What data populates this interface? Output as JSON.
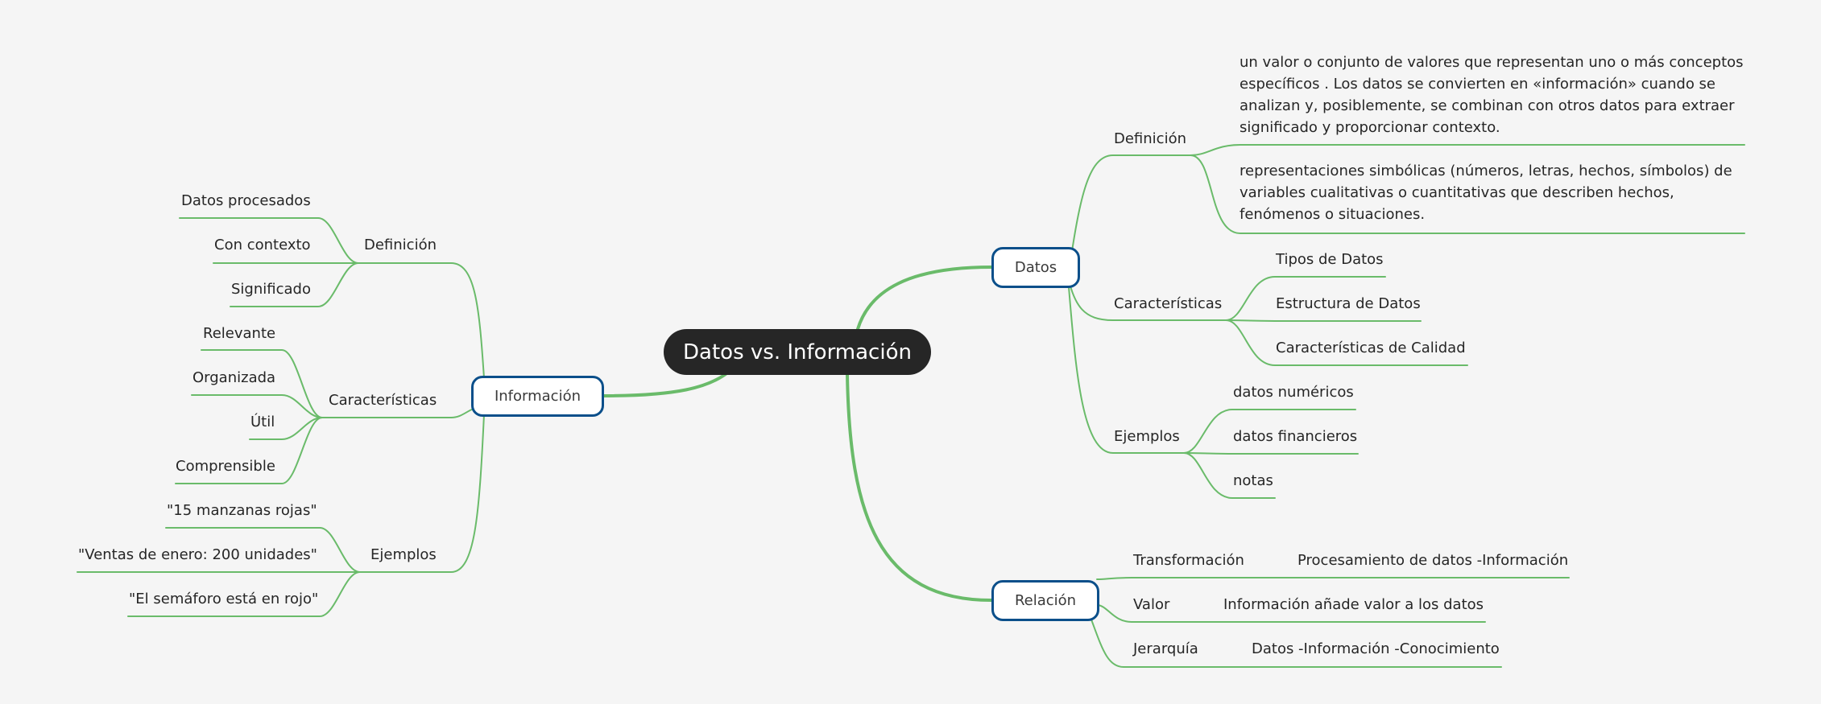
{
  "colors": {
    "background": "#f5f5f5",
    "root_fill": "#262626",
    "root_text": "#ffffff",
    "topic_border": "#0b4f8a",
    "connector": "#6abb6a"
  },
  "root": {
    "label": "Datos vs. Información"
  },
  "datos": {
    "label": "Datos",
    "definicion": {
      "label": "Definición",
      "items": [
        "un valor o conjunto de valores que representan uno o más conceptos específicos . Los datos se convierten en «información» cuando se analizan y, posiblemente, se combinan con otros datos para extraer significado y proporcionar contexto.",
        "representaciones simbólicas (números, letras, hechos, símbolos) de variables cualitativas o cuantitativas que describen hechos, fenómenos o situaciones."
      ]
    },
    "caracteristicas": {
      "label": "Características",
      "items": [
        "Tipos de Datos",
        "Estructura de Datos",
        "Características de Calidad"
      ]
    },
    "ejemplos": {
      "label": "Ejemplos",
      "items": [
        "datos numéricos",
        "datos financieros",
        "notas"
      ]
    }
  },
  "relacion": {
    "label": "Relación",
    "items": [
      {
        "label": "Transformación",
        "detail": "Procesamiento de datos -Información"
      },
      {
        "label": "Valor",
        "detail": "Información añade valor a los datos"
      },
      {
        "label": "Jerarquía",
        "detail": "Datos -Información -Conocimiento"
      }
    ]
  },
  "informacion": {
    "label": "Información",
    "definicion": {
      "label": "Definición",
      "items": [
        "Datos procesados",
        "Con contexto",
        "Significado"
      ]
    },
    "caracteristicas": {
      "label": "Características",
      "items": [
        "Relevante",
        "Organizada",
        "Útil",
        "Comprensible"
      ]
    },
    "ejemplos": {
      "label": "Ejemplos",
      "items": [
        "\"15 manzanas rojas\"",
        "\"Ventas de enero: 200 unidades\"",
        "\"El semáforo está en rojo\""
      ]
    }
  }
}
